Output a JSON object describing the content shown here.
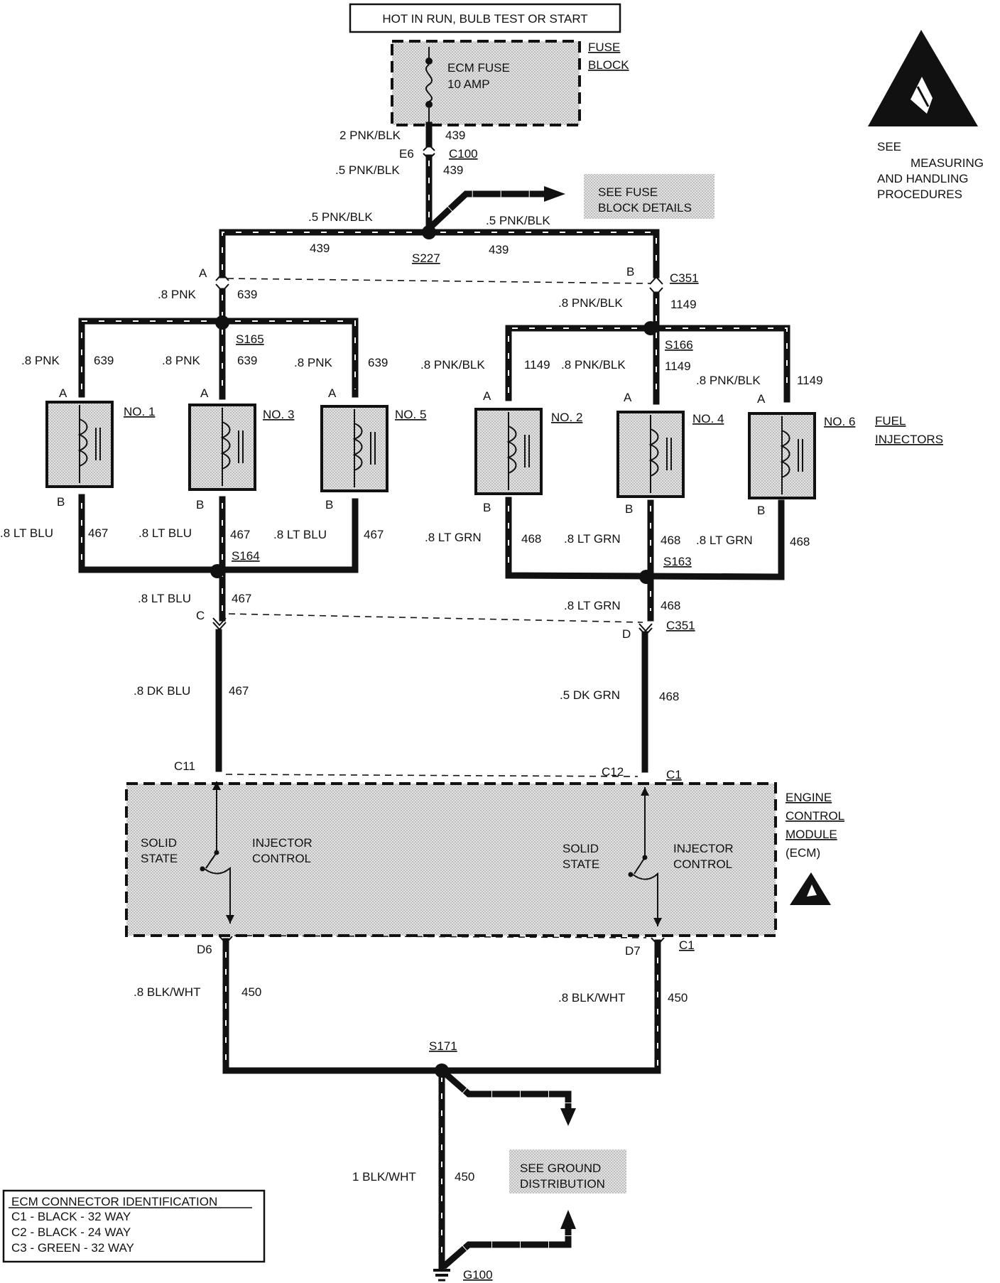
{
  "power_label": "HOT IN RUN, BULB TEST OR START",
  "fuse_block": {
    "title_line1": "FUSE",
    "title_line2": "BLOCK",
    "fuse_line1": "ECM FUSE",
    "fuse_line2": "10 AMP"
  },
  "esd": {
    "l1": "SEE",
    "l2": "MEASURING",
    "l3": "AND HANDLING",
    "l4": "PROCEDURES"
  },
  "fuse_details": {
    "l1": "SEE FUSE",
    "l2": "BLOCK DETAILS"
  },
  "top": {
    "w1": "2 PNK/BLK",
    "c1": "439",
    "e6": "E6",
    "c100": "C100",
    "w2": ".5 PNK/BLK",
    "c2": "439",
    "left_w": ".5 PNK/BLK",
    "left_c": "439",
    "right_w": ".5 PNK/BLK",
    "right_c": "439",
    "s227": "S227"
  },
  "c351_top": {
    "a": "A",
    "b": "B",
    "name": "C351"
  },
  "left_bank": {
    "wire": ".8 PNK",
    "circ": "639",
    "splice": "S165",
    "inj": [
      {
        "wire": ".8 PNK",
        "circ": "639",
        "pin_a": "A",
        "pin_b": "B",
        "no": "NO. 1"
      },
      {
        "wire": ".8 PNK",
        "circ": "639",
        "pin_a": "A",
        "pin_b": "B",
        "no": "NO. 3"
      },
      {
        "wire": ".8 PNK",
        "circ": "639",
        "pin_a": "A",
        "pin_b": "B",
        "no": "NO. 5"
      }
    ]
  },
  "right_bank": {
    "wire": ".8 PNK/BLK",
    "circ": "1149",
    "splice": "S166",
    "inj": [
      {
        "wire": ".8 PNK/BLK",
        "circ": "1149",
        "pin_a": "A",
        "pin_b": "B",
        "no": "NO. 2"
      },
      {
        "wire": ".8 PNK/BLK",
        "circ": "1149",
        "pin_a": "A",
        "pin_b": "B",
        "no": "NO. 4"
      },
      {
        "wire": ".8 PNK/BLK",
        "circ": "1149",
        "pin_a": "A",
        "pin_b": "B",
        "no": "NO. 6"
      }
    ]
  },
  "fuel_injectors": {
    "l1": "FUEL",
    "l2": "INJECTORS"
  },
  "left_bottom": {
    "outs": [
      {
        "wire": ".8 LT BLU",
        "circ": "467"
      },
      {
        "wire": ".8 LT BLU",
        "circ": "467"
      },
      {
        "wire": ".8 LT BLU",
        "circ": "467"
      }
    ],
    "splice": "S164",
    "trunk_wire": ".8 LT BLU",
    "trunk_circ": "467",
    "pin_c": "C",
    "dk_wire": ".8 DK BLU",
    "dk_circ": "467"
  },
  "right_bottom": {
    "outs": [
      {
        "wire": ".8 LT GRN",
        "circ": "468"
      },
      {
        "wire": ".8 LT GRN",
        "circ": "468"
      },
      {
        "wire": ".8 LT GRN",
        "circ": "468"
      }
    ],
    "splice": "S163",
    "trunk_wire": ".8 LT GRN",
    "trunk_circ": "468",
    "pin_d": "D",
    "c351": "C351",
    "dk_wire": ".5 DK GRN",
    "dk_circ": "468"
  },
  "ecm": {
    "c11": "C11",
    "c12": "C12",
    "c1_top": "C1",
    "solid1": "SOLID",
    "state1": "STATE",
    "inj1": "INJECTOR",
    "ctl1": "CONTROL",
    "solid2": "SOLID",
    "state2": "STATE",
    "inj2": "INJECTOR",
    "ctl2": "CONTROL",
    "name_l1": "ENGINE",
    "name_l2": "CONTROL",
    "name_l3": "MODULE",
    "name_l4": "(ECM)",
    "d6": "D6",
    "d7": "D7",
    "c1_bot": "C1"
  },
  "ground": {
    "left_wire": ".8 BLK/WHT",
    "left_circ": "450",
    "right_wire": ".8 BLK/WHT",
    "right_circ": "450",
    "s171": "S171",
    "main_wire": "1 BLK/WHT",
    "main_circ": "450",
    "dist_l1": "SEE GROUND",
    "dist_l2": "DISTRIBUTION",
    "g100": "G100"
  },
  "connector_id": {
    "title": "ECM CONNECTOR IDENTIFICATION",
    "rows": [
      "C1 - BLACK - 32 WAY",
      "C2 - BLACK - 24 WAY",
      "C3 - GREEN - 32 WAY"
    ]
  }
}
